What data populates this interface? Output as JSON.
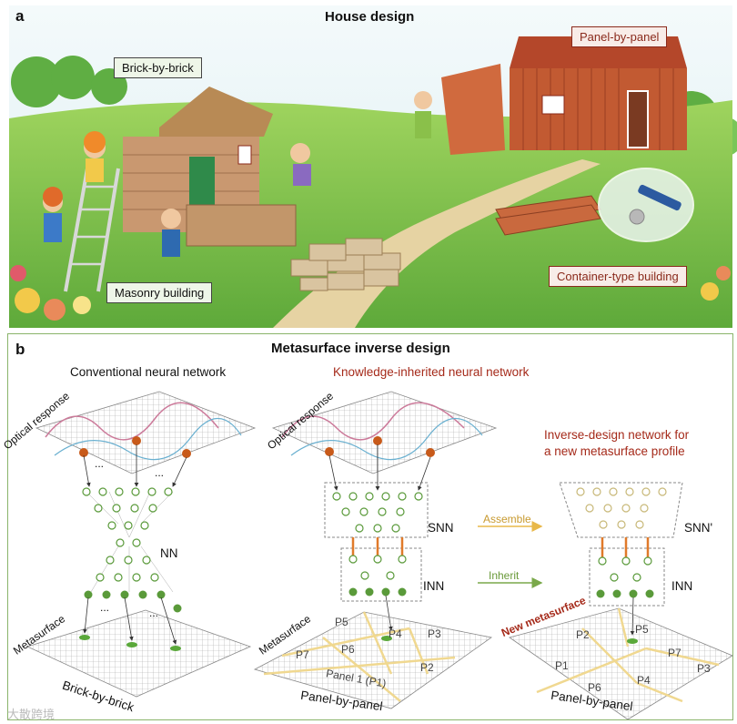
{
  "panel_a": {
    "letter": "a",
    "title": "House design",
    "tags": {
      "brick": "Brick-by-brick",
      "panel": "Panel-by-panel",
      "masonry": "Masonry building",
      "container": "Container-type building"
    }
  },
  "panel_b": {
    "letter": "b",
    "title": "Metasurface inverse design",
    "conventional": {
      "heading": "Conventional neural network",
      "optical": "Optical response",
      "nn": "NN",
      "meta": "Metasurface",
      "bottom": "Brick-by-brick",
      "dots": "..."
    },
    "knowledge": {
      "heading": "Knowledge-inherited neural network",
      "optical": "Optical response",
      "snn": "SNN",
      "inn": "INN",
      "meta": "Metasurface",
      "bottom": "Panel-by-panel",
      "patches": [
        "P5",
        "P4",
        "P3",
        "P6",
        "P7",
        "P2",
        "Panel 1 (P1)"
      ]
    },
    "arrows": {
      "assemble": "Assemble",
      "inherit": "Inherit"
    },
    "newdesign": {
      "heading_line1": "Inverse-design network for",
      "heading_line2": "a new metasurface profile",
      "snn": "SNN'",
      "inn": "INN",
      "meta": "New metasurface",
      "bottom": "Panel-by-panel",
      "patches": [
        "P2",
        "P5",
        "P7",
        "P1",
        "P6",
        "P4",
        "P3"
      ]
    }
  },
  "watermark": "大散跨境",
  "colors": {
    "grass": "#7cc24a",
    "sky": "#e6f2f6",
    "wood": "#c0532e",
    "accent_red": "#a52a1a",
    "node_green": "#5a9a3a",
    "assemble_arrow": "#e8b84a",
    "inherit_arrow": "#7aa84a"
  }
}
